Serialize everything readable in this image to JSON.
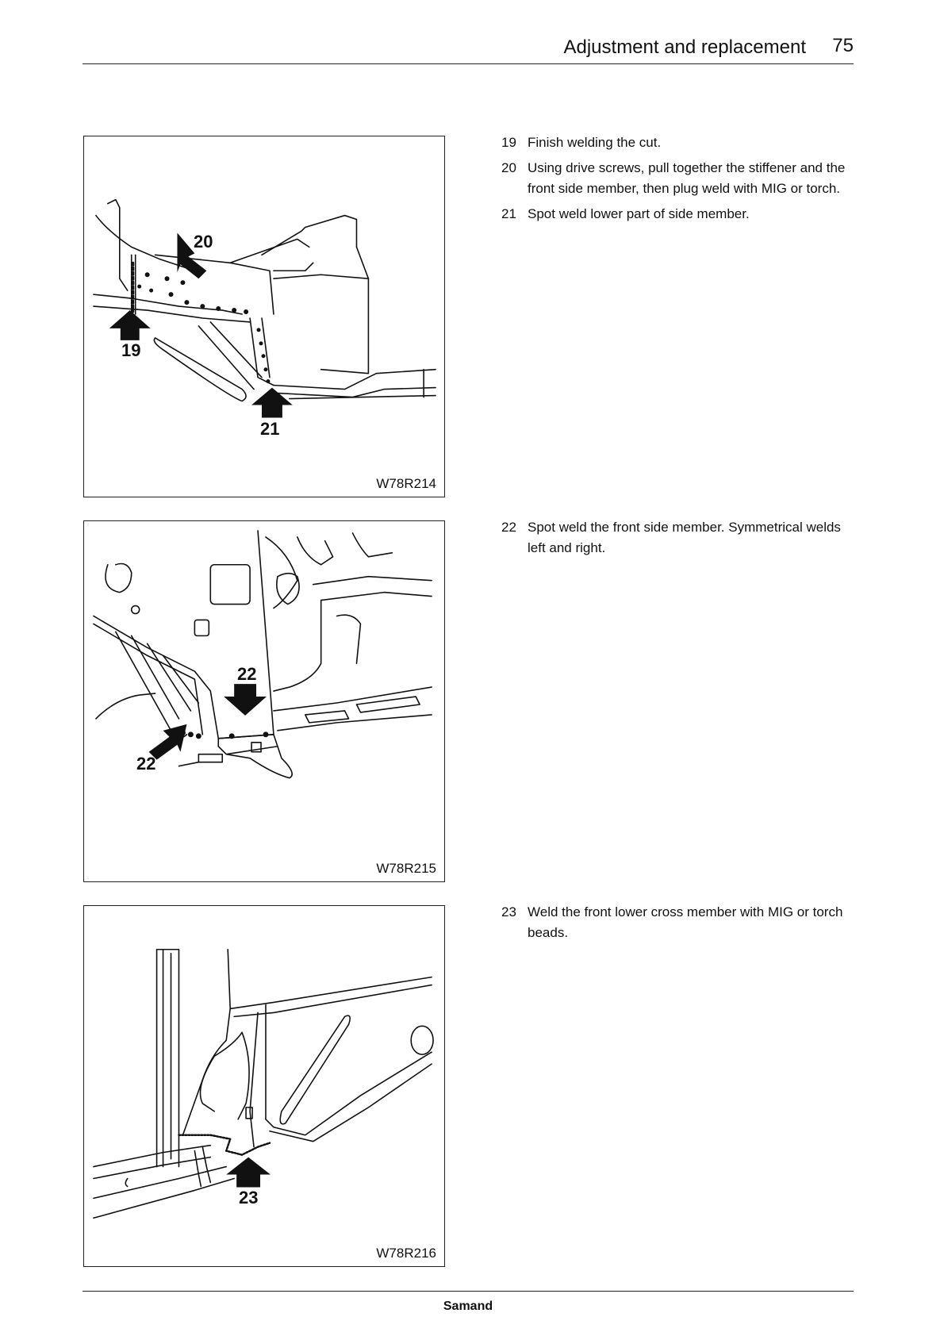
{
  "header": {
    "title": "Adjustment and replacement",
    "page_number": "75"
  },
  "figures": [
    {
      "code": "W78R214",
      "callouts": [
        "20",
        "19",
        "21"
      ]
    },
    {
      "code": "W78R215",
      "callouts": [
        "22",
        "22"
      ]
    },
    {
      "code": "W78R216",
      "callouts": [
        "23"
      ]
    }
  ],
  "steps": [
    {
      "number": "19",
      "text": "Finish welding the cut."
    },
    {
      "number": "20",
      "text": "Using drive screws, pull together the stiffener and the front side member, then plug weld with MIG or torch."
    },
    {
      "number": "21",
      "text": "Spot weld lower part of side member."
    },
    {
      "number": "22",
      "text": "Spot weld the front side member.  Symmetrical welds left and right."
    },
    {
      "number": "23",
      "text": "Weld the front lower cross member with MIG or torch beads."
    }
  ],
  "footer": {
    "brand": "Samand"
  }
}
